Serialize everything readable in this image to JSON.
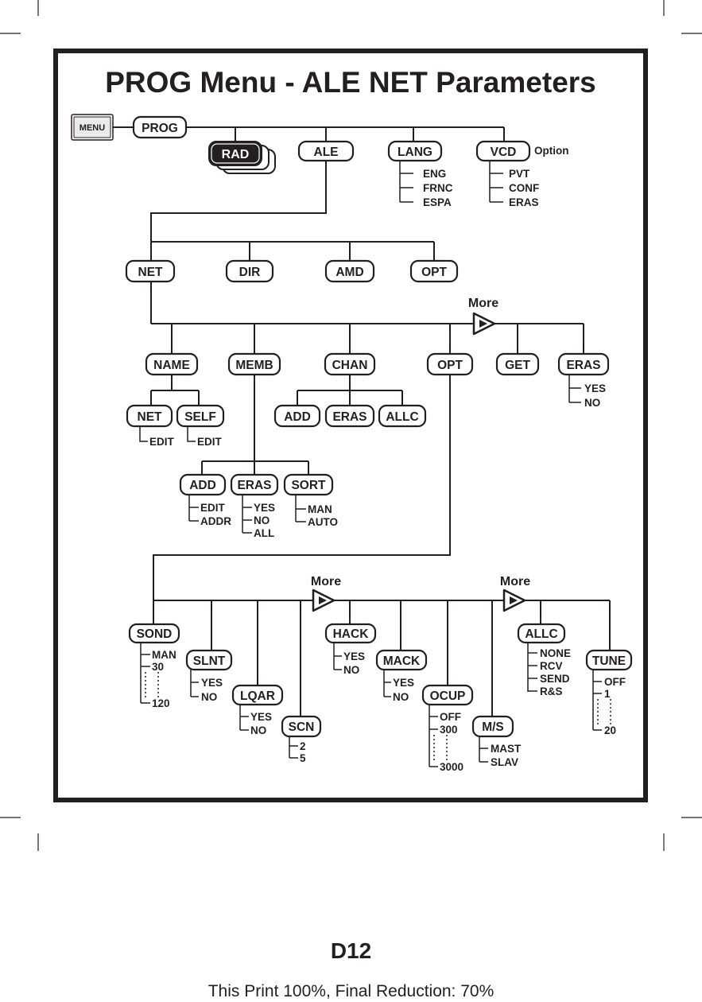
{
  "title": "PROG Menu - ALE NET Parameters",
  "menu_key": "MENU",
  "option_label": "Option",
  "more_label": "More",
  "level0": {
    "prog": "PROG"
  },
  "level1": {
    "rad": "RAD",
    "ale": "ALE",
    "lang": "LANG",
    "vcd": "VCD"
  },
  "lang_options": [
    "ENG",
    "FRNC",
    "ESPA"
  ],
  "vcd_options": [
    "PVT",
    "CONF",
    "ERAS"
  ],
  "ale_menu": {
    "net": "NET",
    "dir": "DIR",
    "amd": "AMD",
    "opt": "OPT"
  },
  "net_menu": {
    "name": "NAME",
    "memb": "MEMB",
    "chan": "CHAN",
    "opt": "OPT",
    "get": "GET",
    "eras": "ERAS"
  },
  "eras_options": [
    "YES",
    "NO"
  ],
  "name_menu": {
    "net": "NET",
    "self": "SELF",
    "net_sub": "EDIT",
    "self_sub": "EDIT"
  },
  "chan_menu": {
    "add": "ADD",
    "eras": "ERAS",
    "allc": "ALLC"
  },
  "memb_menu": {
    "add": "ADD",
    "eras": "ERAS",
    "sort": "SORT"
  },
  "memb_add_options": [
    "EDIT",
    "ADDR"
  ],
  "memb_eras_options": [
    "YES",
    "NO",
    "ALL"
  ],
  "memb_sort_options": [
    "MAN",
    "AUTO"
  ],
  "opt_menu": {
    "sond": "SOND",
    "slnt": "SLNT",
    "lqar": "LQAR",
    "scn": "SCN",
    "hack": "HACK",
    "mack": "MACK",
    "ocup": "OCUP",
    "ms": "M/S",
    "allc": "ALLC",
    "tune": "TUNE"
  },
  "sond_options": [
    "MAN",
    "30",
    "120"
  ],
  "slnt_options": [
    "YES",
    "NO"
  ],
  "lqar_options": [
    "YES",
    "NO"
  ],
  "scn_options": [
    "2",
    "5"
  ],
  "hack_options": [
    "YES",
    "NO"
  ],
  "mack_options": [
    "YES",
    "NO"
  ],
  "ocup_options": [
    "OFF",
    "300",
    "3000"
  ],
  "ms_options": [
    "MAST",
    "SLAV"
  ],
  "allc_options": [
    "NONE",
    "RCV",
    "SEND",
    "R&S"
  ],
  "tune_options": [
    "OFF",
    "1",
    "20"
  ],
  "page_id": "D12",
  "print_note": "This Print 100%, Final Reduction: 70%"
}
